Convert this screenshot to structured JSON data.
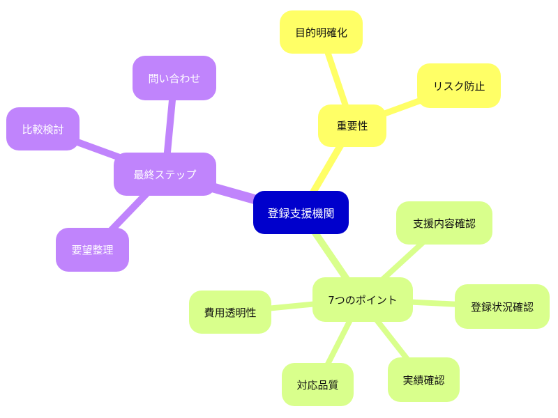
{
  "root": {
    "label": "登録支援機関",
    "color": "#0000cc"
  },
  "branches": [
    {
      "key": "importance",
      "label": "重要性",
      "color": "#ffff66",
      "children": [
        {
          "key": "purpose",
          "label": "目的明確化"
        },
        {
          "key": "risk",
          "label": "リスク防止"
        }
      ]
    },
    {
      "key": "points",
      "label": "7つのポイント",
      "color": "#d9ff8c",
      "children": [
        {
          "key": "support-content",
          "label": "支援内容確認"
        },
        {
          "key": "registration-status",
          "label": "登録状況確認"
        },
        {
          "key": "track-record",
          "label": "実績確認"
        },
        {
          "key": "service-quality",
          "label": "対応品質"
        },
        {
          "key": "cost-transparency",
          "label": "費用透明性"
        }
      ]
    },
    {
      "key": "final-steps",
      "label": "最終ステップ",
      "color": "#c084fc",
      "children": [
        {
          "key": "inquiry",
          "label": "問い合わせ"
        },
        {
          "key": "comparison",
          "label": "比較検討"
        },
        {
          "key": "organize-requests",
          "label": "要望整理"
        }
      ]
    }
  ]
}
